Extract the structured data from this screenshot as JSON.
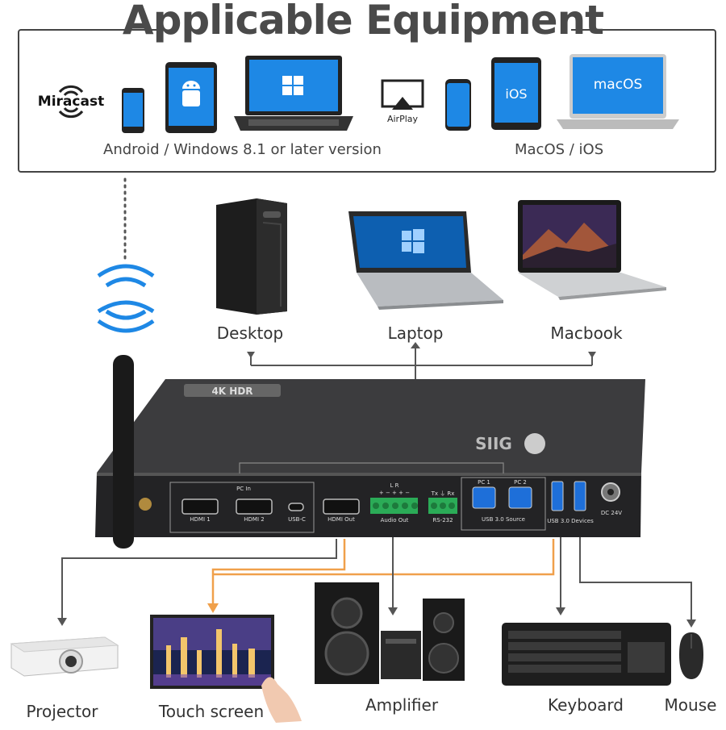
{
  "title": "Applicable Equipment",
  "equipment": {
    "groups": [
      {
        "caption": "Android / Windows 8.1 or later version",
        "logo": "Miracast",
        "devices": [
          "android-phone",
          "android-tablet",
          "windows-laptop"
        ]
      },
      {
        "caption": "MacOS / iOS",
        "logo": "AirPlay",
        "devices": [
          "iphone",
          "ipad",
          "macbook"
        ],
        "screen_labels": {
          "ipad": "iOS",
          "macbook": "macOS"
        }
      }
    ]
  },
  "sources": [
    {
      "label": "Desktop",
      "icon": "desktop-tower-icon"
    },
    {
      "label": "Laptop",
      "icon": "laptop-icon"
    },
    {
      "label": "Macbook",
      "icon": "macbook-icon"
    }
  ],
  "device": {
    "brand": "SIIG",
    "badge": "4K HDR",
    "ports": {
      "pc_in": "PC In",
      "hdmi1": "HDMI 1",
      "hdmi2": "HDMI 2",
      "usbc": "USB-C",
      "hdmi_out": "HDMI Out",
      "audio_out": "Audio Out",
      "audio_lr": "L      R",
      "audio_pins": "+ −  +  + −",
      "rs232": "RS-232",
      "rs232_pins": "Tx  ⏚  Rx",
      "pc1": "PC 1",
      "pc2": "PC 2",
      "usb_source": "USB 3.0 Source",
      "usb_devices": "USB 3.0 Devices",
      "dc": "DC 24V"
    }
  },
  "outputs": [
    {
      "label": "Projector",
      "icon": "projector-icon"
    },
    {
      "label": "Touch screen",
      "icon": "touch-screen-icon"
    },
    {
      "label": "Amplifier",
      "icon": "amplifier-icon"
    },
    {
      "label": "Keyboard",
      "icon": "keyboard-icon"
    },
    {
      "label": "Mouse",
      "icon": "mouse-icon"
    }
  ],
  "colors": {
    "accent_orange": "#f0a04b",
    "wifi_blue": "#1e88e5",
    "device_body": "#2b2b2b"
  }
}
